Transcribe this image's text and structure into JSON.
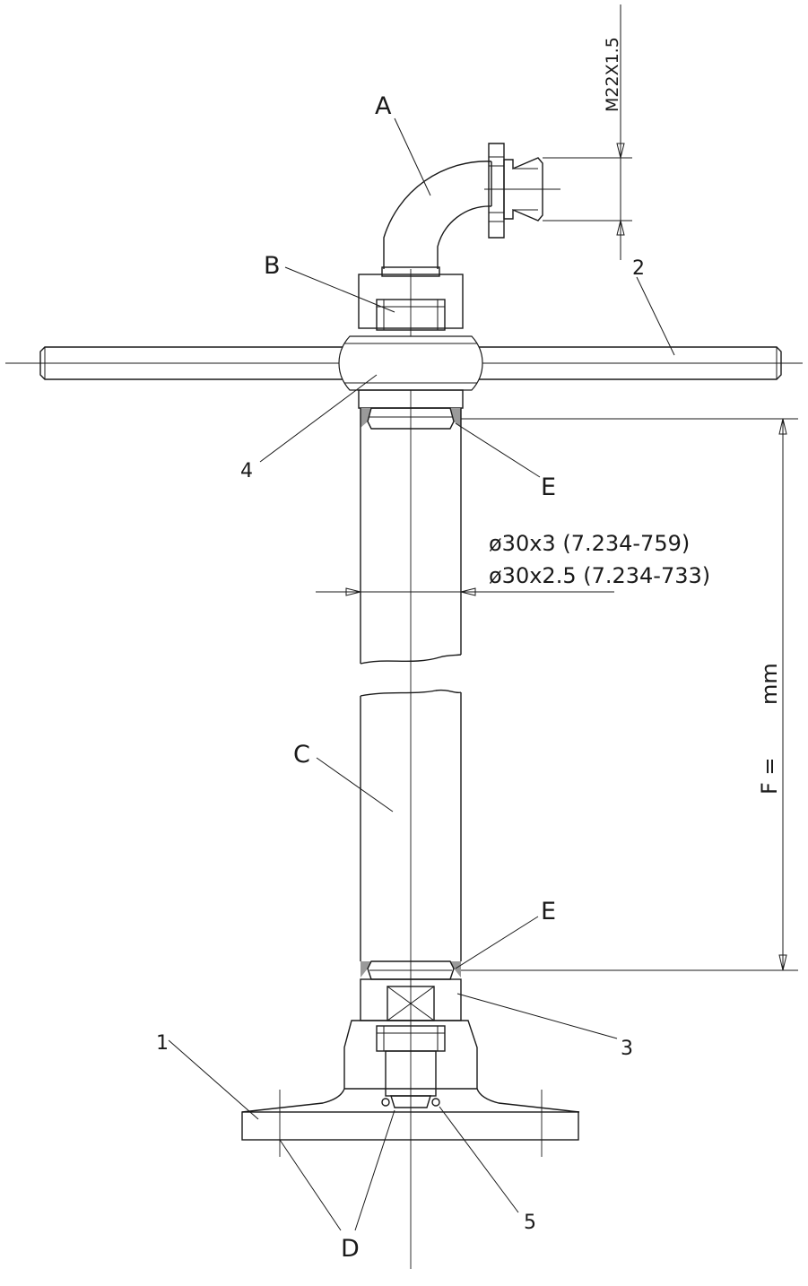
{
  "labels": {
    "A": "A",
    "B": "B",
    "C": "C",
    "D": "D",
    "E_top": "E",
    "E_bottom": "E",
    "n1": "1",
    "n2": "2",
    "n3": "3",
    "n4": "4",
    "n5": "5"
  },
  "dimensions": {
    "thread": "M22X1.5",
    "tube_spec_1": "ø30x3 (7.234-759)",
    "tube_spec_2": "ø30x2.5 (7.234-733)",
    "length_label": "F =",
    "length_unit": "mm"
  }
}
